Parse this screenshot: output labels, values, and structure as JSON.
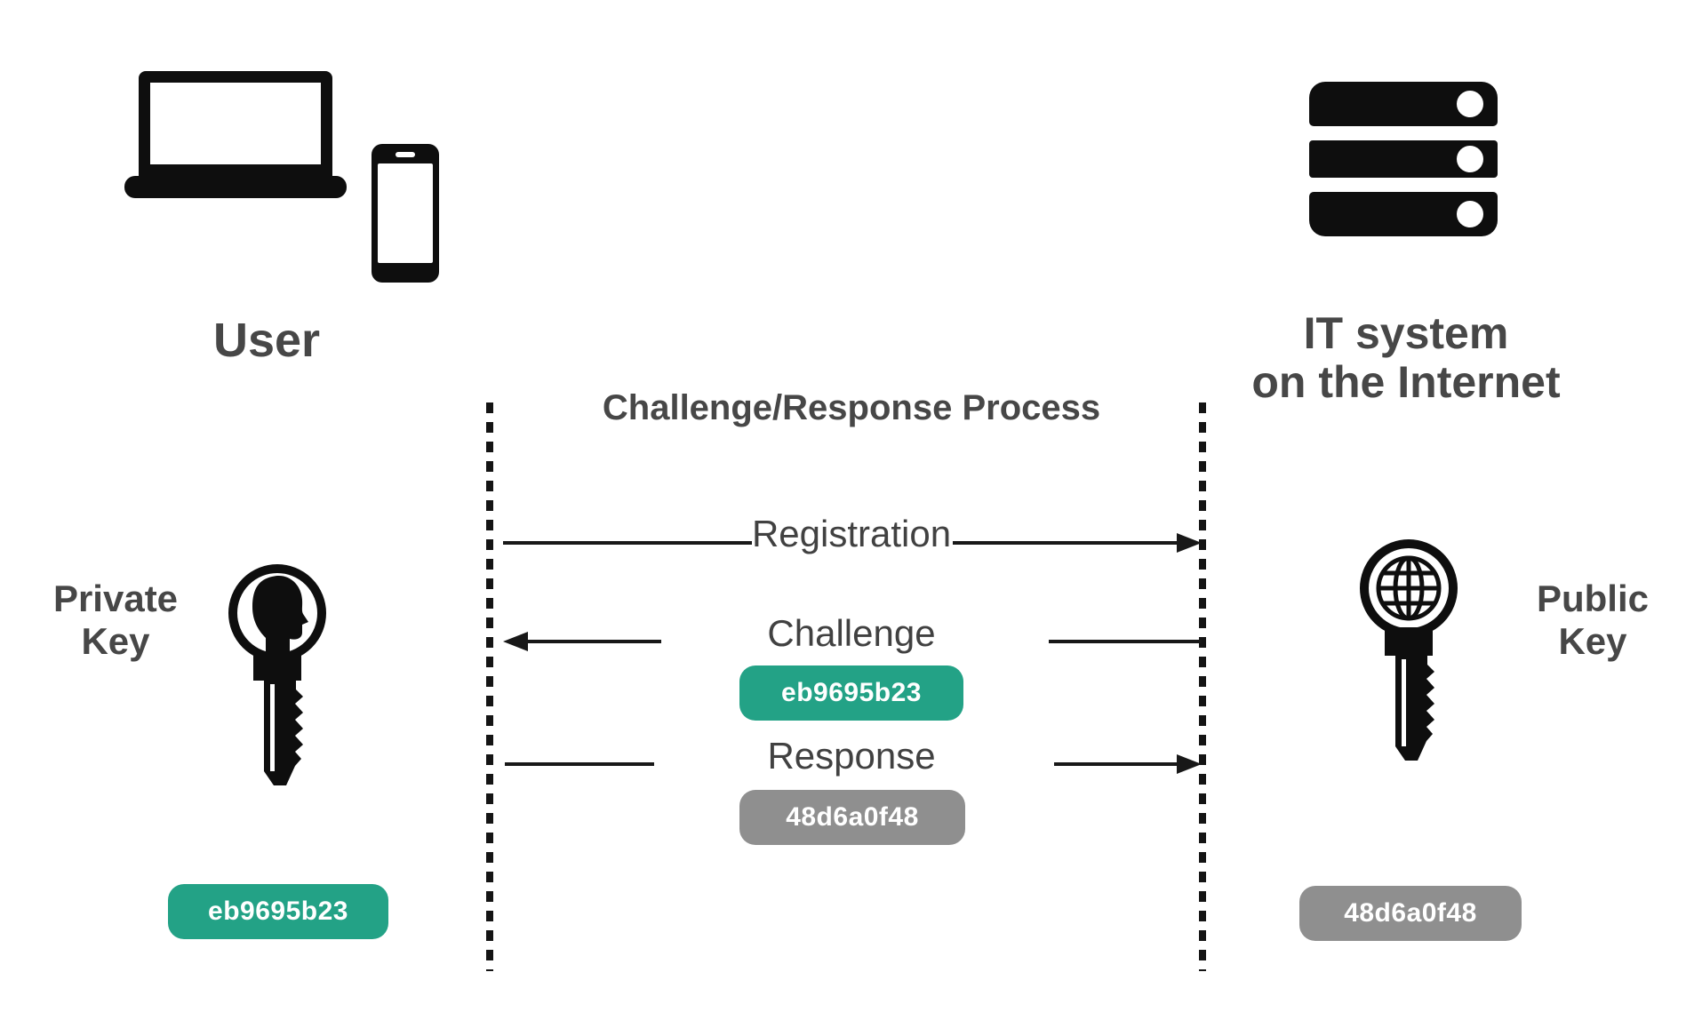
{
  "user_section": {
    "label": "User",
    "device_icons": [
      "laptop-icon",
      "smartphone-icon"
    ]
  },
  "it_section": {
    "label_line1": "IT system",
    "label_line2": "on the Internet",
    "device_icons": [
      "server-icon"
    ]
  },
  "process": {
    "title": "Challenge/Response Process",
    "flows": [
      {
        "label": "Registration",
        "direction": "left-to-right",
        "from": "User",
        "to": "IT system"
      },
      {
        "label": "Challenge",
        "direction": "right-to-left",
        "from": "IT system",
        "to": "User",
        "badge": "eb9695b23",
        "badge_color": "#23a286"
      },
      {
        "label": "Response",
        "direction": "left-to-right",
        "from": "User",
        "to": "IT system",
        "badge": "48d6a0f48",
        "badge_color": "#8f8f8f"
      }
    ]
  },
  "private_key": {
    "label_line1": "Private",
    "label_line2": "Key",
    "icon": "private-key-icon",
    "value": "eb9695b23",
    "badge_color": "#23a286"
  },
  "public_key": {
    "label_line1": "Public",
    "label_line2": "Key",
    "icon": "public-key-icon",
    "value": "48d6a0f48",
    "badge_color": "#8f8f8f"
  },
  "colors": {
    "accent_green": "#23a286",
    "badge_gray": "#8f8f8f",
    "heading_text": "#474747",
    "flow_label_text": "#414141",
    "icon_black": "#0e0e0e",
    "background": "#ffffff"
  }
}
